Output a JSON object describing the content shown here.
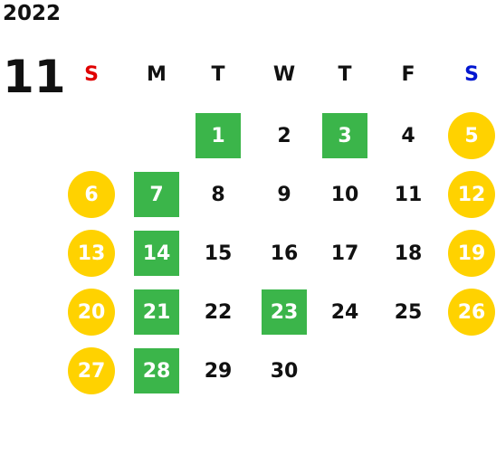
{
  "year": "2022",
  "month": "11",
  "weekdays": [
    "S",
    "M",
    "T",
    "W",
    "T",
    "F",
    "S"
  ],
  "weekday_colors": [
    "#e00000",
    "#111111",
    "#111111",
    "#111111",
    "#111111",
    "#111111",
    "#0016d0"
  ],
  "days": [
    "1",
    "2",
    "3",
    "4",
    "5",
    "6",
    "7",
    "8",
    "9",
    "10",
    "11",
    "12",
    "13",
    "14",
    "15",
    "16",
    "17",
    "18",
    "19",
    "20",
    "21",
    "22",
    "23",
    "24",
    "25",
    "26",
    "27",
    "28",
    "29",
    "30"
  ],
  "first_weekday_index": 2,
  "green_square_days": [
    1,
    3,
    7,
    14,
    21,
    23,
    28
  ],
  "yellow_circle_days": [
    5,
    6,
    12,
    13,
    19,
    20,
    26,
    27
  ],
  "colors": {
    "green": "#3bb54a",
    "yellow": "#ffd200"
  }
}
